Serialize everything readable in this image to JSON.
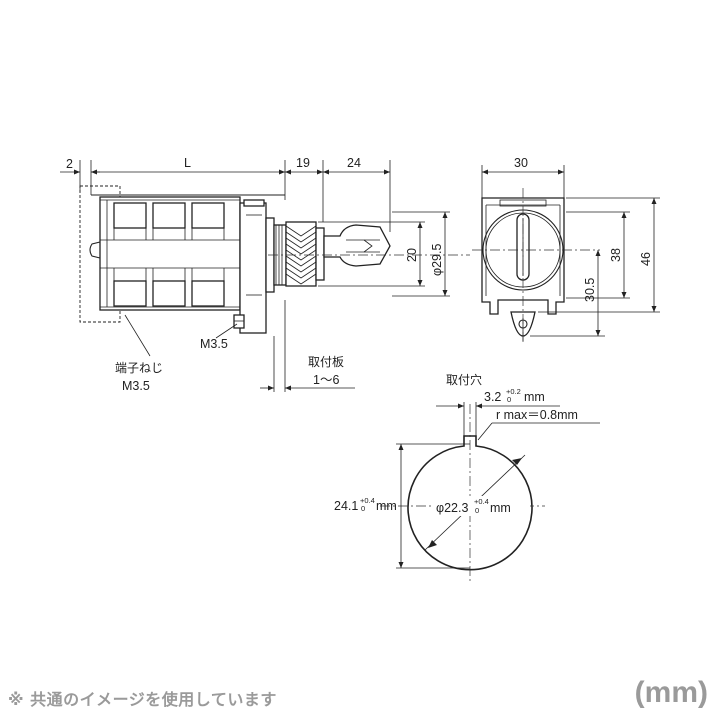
{
  "side_view": {
    "dim_terminal_offset": "2",
    "dim_length": "L",
    "dim_19": "19",
    "dim_24": "24",
    "dim_20": "20",
    "dim_diameter": "φ29.5",
    "label_m35": "M3.5",
    "label_terminal_screw": "端子ねじ",
    "label_terminal_screw_size": "M3.5",
    "label_mounting_plate": "取付板",
    "label_mounting_plate_range": "1～6"
  },
  "front_view": {
    "dim_width": "30",
    "dim_38": "38",
    "dim_46": "46",
    "dim_30_5": "30.5"
  },
  "panel_cutout": {
    "title": "取付穴",
    "notch_width": "3.2",
    "notch_tol_upper": "+0.2",
    "notch_tol_lower": "0",
    "notch_unit": "mm",
    "radius_note": "r max＝0.8mm",
    "height_value": "24.1",
    "height_tol_upper": "+0.4",
    "height_tol_lower": "0",
    "height_unit": "mm",
    "diameter_value": "φ22.3",
    "diameter_tol_upper": "+0.4",
    "diameter_tol_lower": "0",
    "diameter_unit": "mm"
  },
  "footer": {
    "note": "※ 共通のイメージを使用しています",
    "unit": "(mm)"
  }
}
